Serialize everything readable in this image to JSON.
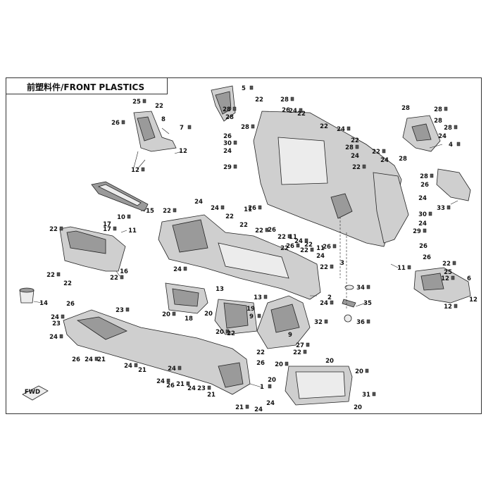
{
  "title": "前塑料件/FRONT PLASTICS",
  "labels": [
    "1",
    "2",
    "3",
    "4",
    "5",
    "6",
    "7",
    "8",
    "9",
    "10",
    "11",
    "12",
    "13",
    "14",
    "15",
    "16",
    "17",
    "18",
    "19",
    "20",
    "21",
    "22",
    "23",
    "24",
    "25",
    "26",
    "27",
    "28",
    "29",
    "30",
    "31",
    "32",
    "33",
    "34",
    "35",
    "36"
  ],
  "fwd_arrow_text": "FWD"
}
